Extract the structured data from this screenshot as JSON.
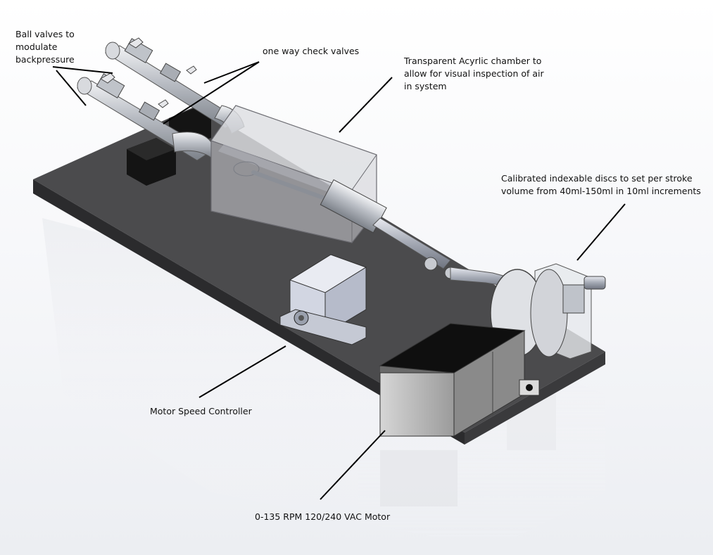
{
  "labels": {
    "ball_valves": "Ball valves to\nmodulate\nbackpressure",
    "check_valves": "one way check valves",
    "acrylic_chamber": "Transparent Acyrlic chamber to\nallow for visual inspection of air\nin system",
    "indexable_discs": "Calibrated indexable discs to set per stroke\nvolume from 40ml-150ml in 10ml increments",
    "motor_speed_controller": "Motor Speed Controller",
    "motor": "0-135 RPM 120/240 VAC Motor"
  },
  "colors": {
    "base_top": "#4a4a4c",
    "base_edge": "#2c2c2e",
    "acrylic": "#c9c9cf",
    "metal": "#c4c8cf",
    "black_block": "#1a1a1a",
    "leader_line": "#000000"
  }
}
